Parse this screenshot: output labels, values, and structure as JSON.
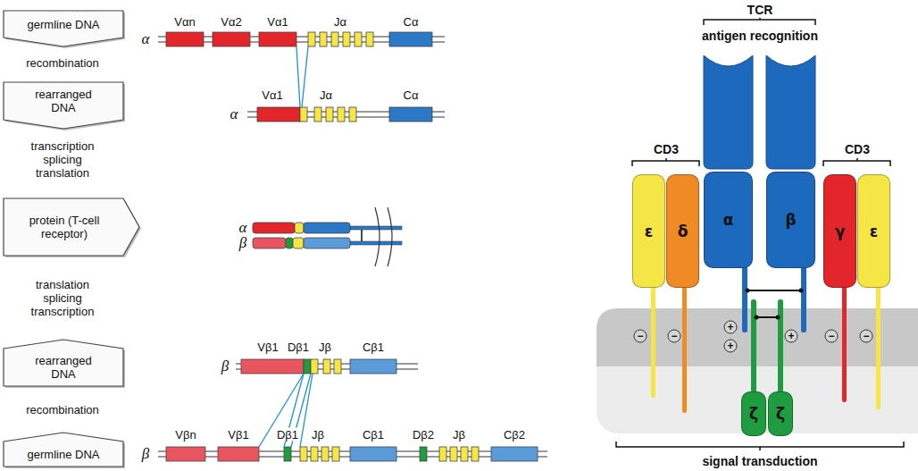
{
  "diagram": {
    "nodes": [
      {
        "text": [
          "germline DNA"
        ]
      },
      {
        "text": [
          "rearranged DNA"
        ]
      },
      {
        "text": [
          "protein (T-cell receptor)"
        ]
      },
      {
        "text": [
          "rearranged DNA"
        ]
      },
      {
        "text": [
          "germline DNA"
        ]
      },
      {
        "text": [
          "ε"
        ]
      },
      {
        "text": [
          "δ"
        ]
      },
      {
        "text": [
          "α"
        ]
      },
      {
        "text": [
          "β"
        ]
      },
      {
        "text": [
          "γ"
        ]
      },
      {
        "text": [
          "ε"
        ]
      },
      {
        "text": [
          "ζ"
        ]
      },
      {
        "text": [
          "ζ"
        ]
      }
    ],
    "labels": [
      "recombination",
      "transcription splicing translation",
      "translation splicing transcription",
      "recombination",
      "α",
      "Vαn",
      "Vα2",
      "Vα1",
      "Jα",
      "Cα",
      "α",
      "Vα1",
      "Jα",
      "Cα",
      "α",
      "β",
      "β",
      "Vβ1",
      "Dβ1",
      "Jβ",
      "Cβ1",
      "β",
      "Vβn",
      "Vβ1",
      "Dβ1",
      "Jβ",
      "Cβ1",
      "Dβ2",
      "Jβ",
      "Cβ2",
      "TCR",
      "antigen recognition",
      "CD3",
      "CD3",
      "−",
      "−",
      "+",
      "+",
      "+",
      "−",
      "−",
      "signal transduction"
    ]
  }
}
